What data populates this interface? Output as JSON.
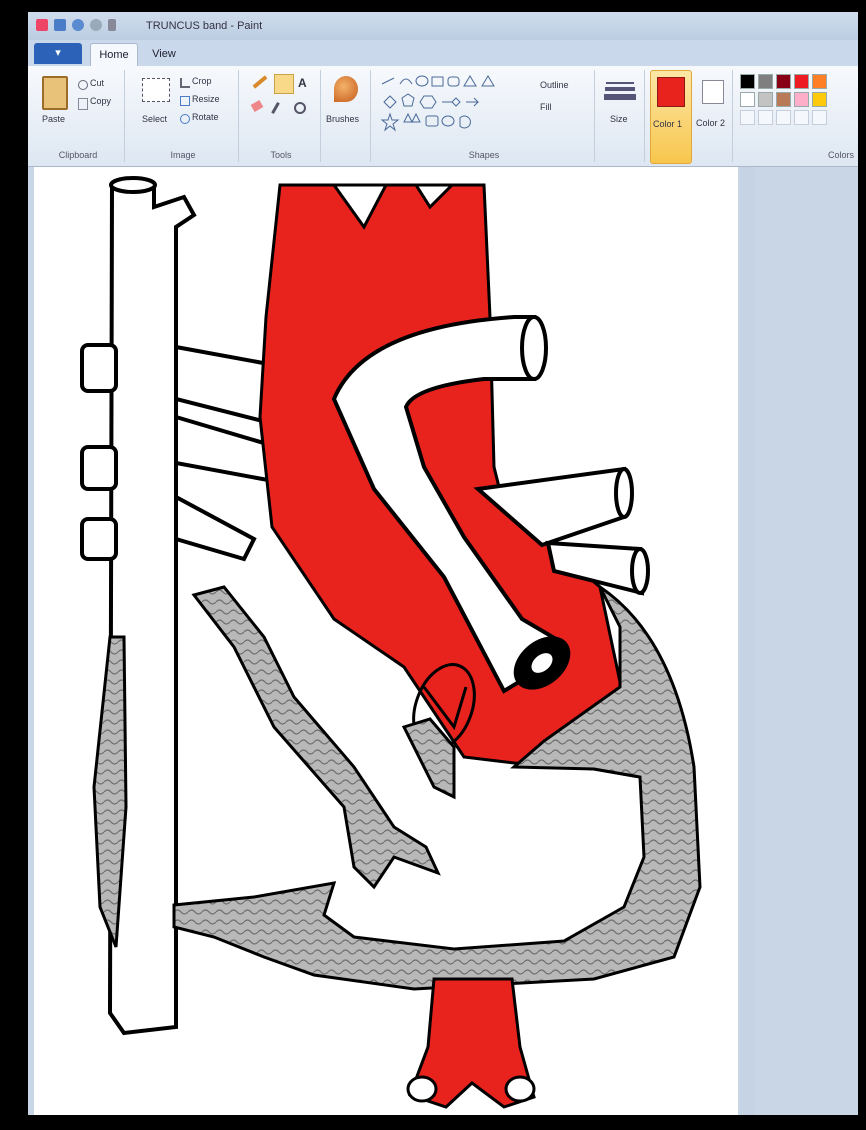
{
  "window": {
    "title": "TRUNCUS band - Paint"
  },
  "tabs": {
    "file": "▾",
    "home": "Home",
    "view": "View"
  },
  "ribbon": {
    "clipboard": {
      "paste": "Paste",
      "cut": "Cut",
      "copy": "Copy",
      "label": "Clipboard"
    },
    "image": {
      "select": "Select",
      "crop": "Crop",
      "resize": "Resize",
      "rotate": "Rotate",
      "label": "Image"
    },
    "tools": {
      "label": "Tools"
    },
    "brushes": {
      "label": "Brushes"
    },
    "shapes": {
      "outline": "Outline",
      "fill": "Fill",
      "label": "Shapes"
    },
    "size": {
      "label": "Size"
    },
    "color1": {
      "label": "Color 1",
      "value": "#e8221d"
    },
    "color2": {
      "label": "Color 2",
      "value": "#ffffff"
    },
    "colors": {
      "label": "Colors"
    }
  },
  "palette": [
    "#000000",
    "#7f7f7f",
    "#880015",
    "#ed1c24",
    "#ff7f27",
    "#ffffff",
    "#c3c3c3",
    "#b97a57",
    "#ffaec9",
    "#ffc90e"
  ],
  "colors": {
    "artery_red": "#e8221d",
    "muscle_gray": "#b7b7b7",
    "outline": "#000000"
  }
}
